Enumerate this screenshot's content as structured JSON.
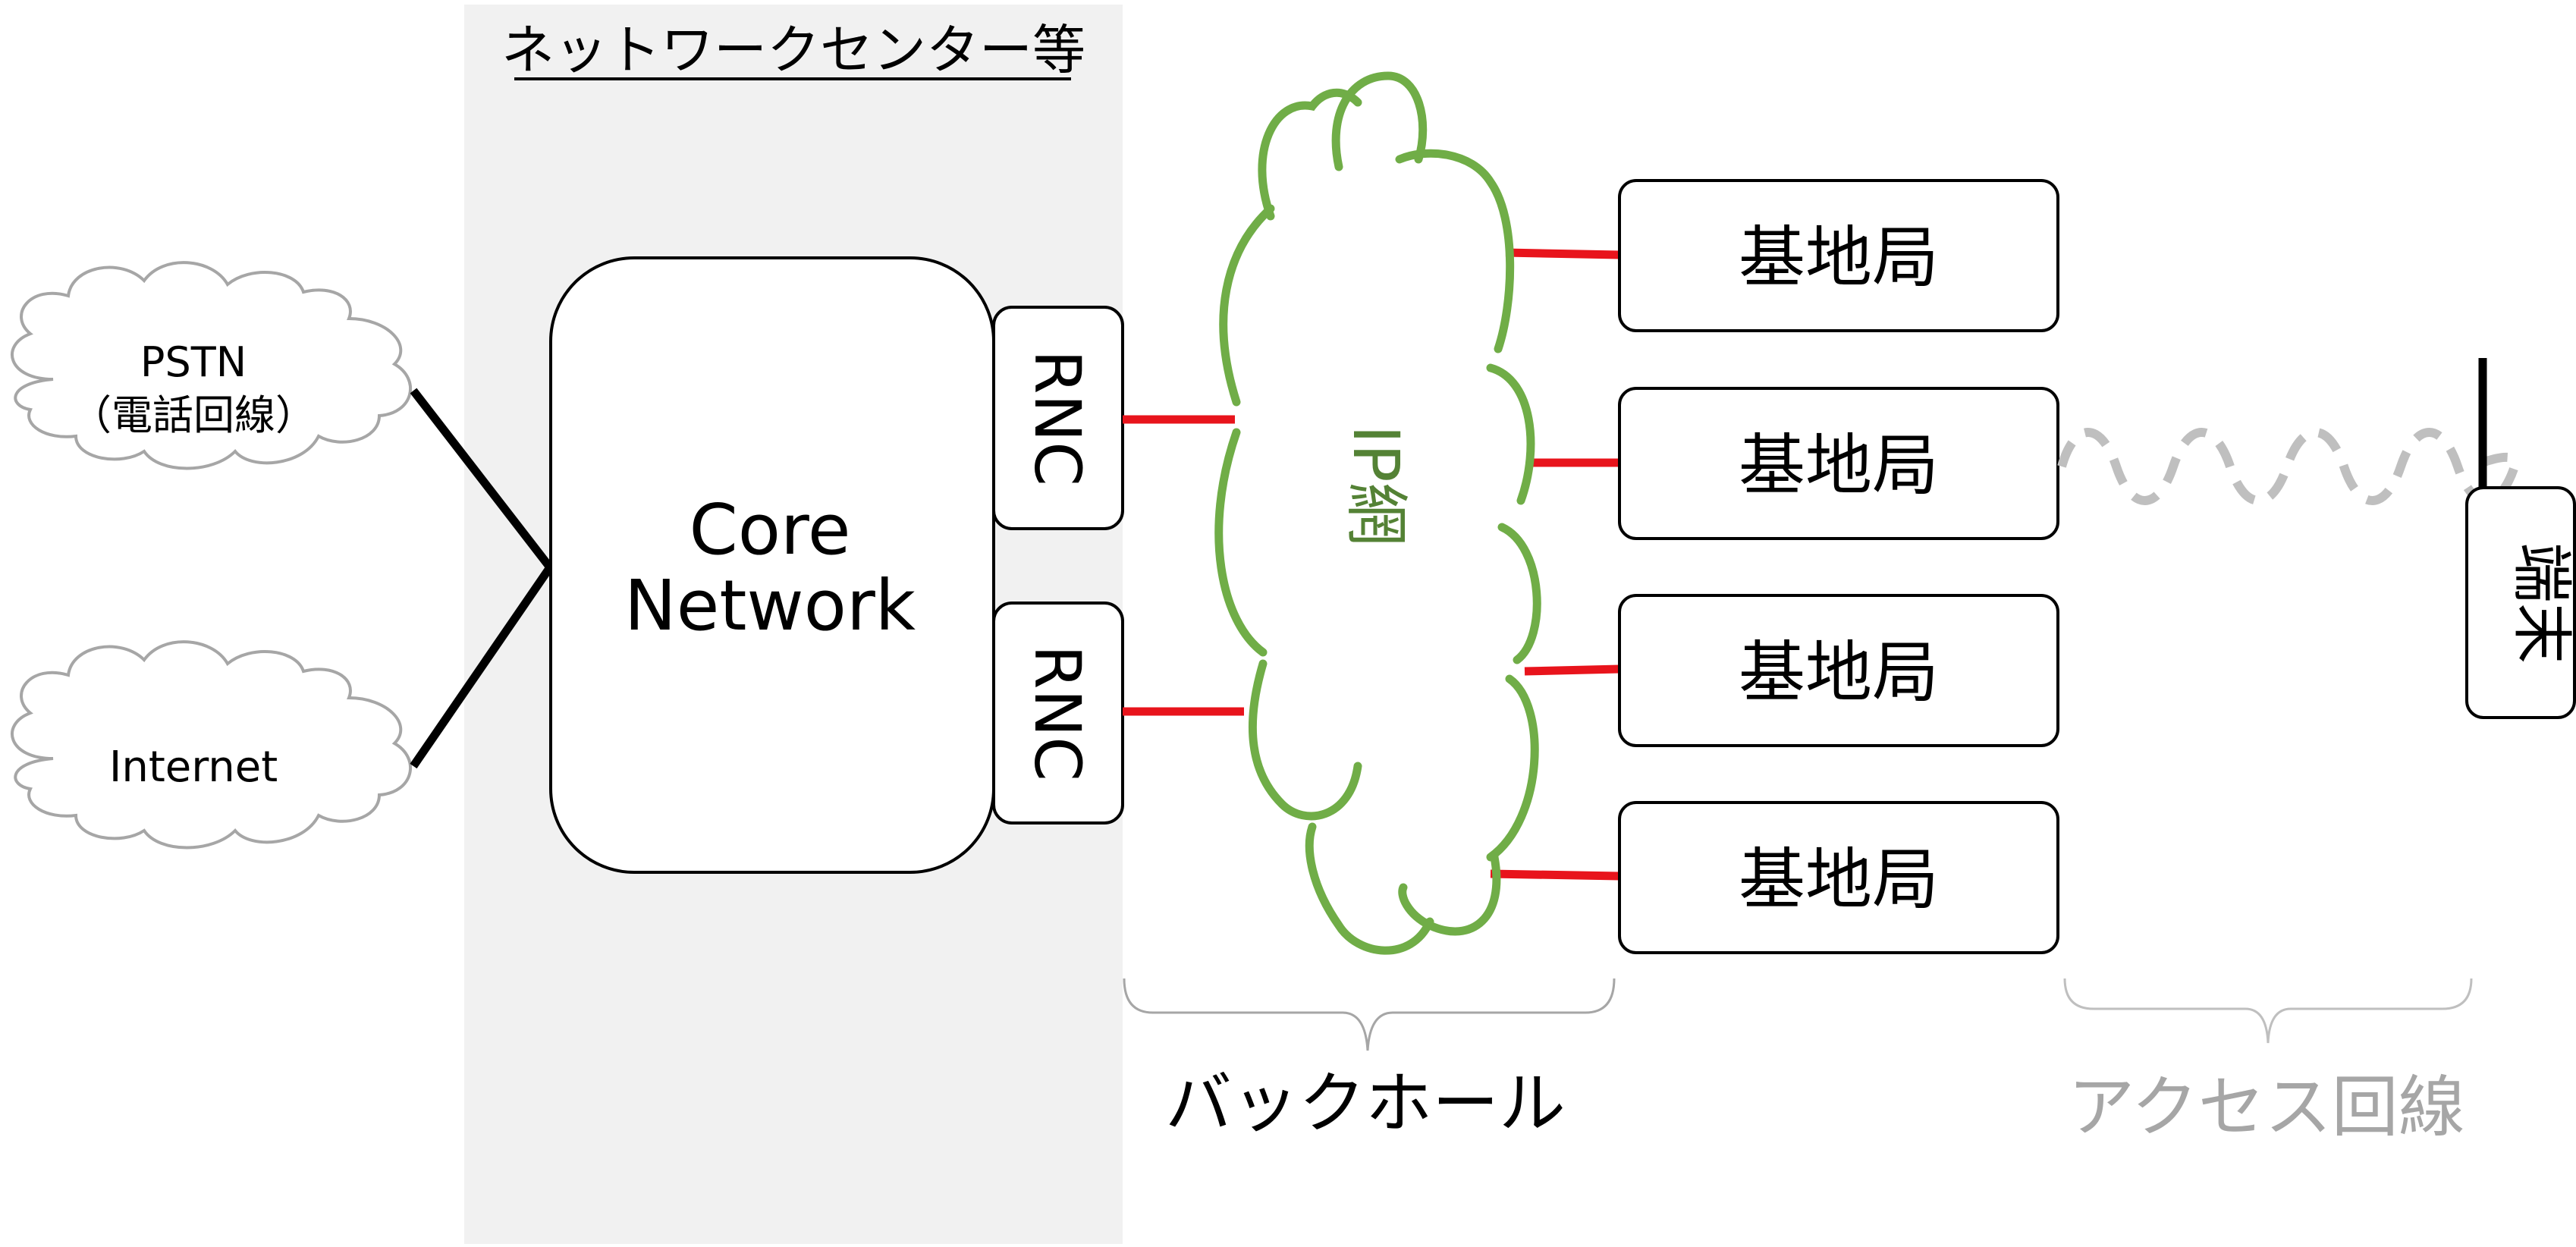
{
  "colors": {
    "network_center_bg": "#f1f1f1",
    "link_red": "#e8141c",
    "cloud_green": "#70ad47",
    "ip_text_green": "#548235",
    "cloud_gray": "#a6a6a6",
    "access_gray": "#bfbfbf",
    "label_gray": "#a6a6a6",
    "black": "#000000"
  },
  "network_center": {
    "title": "ネットワークセンター等"
  },
  "external": {
    "pstn_line1": "PSTN",
    "pstn_line2": "（電話回線）",
    "internet": "Internet"
  },
  "core": {
    "line1": "Core",
    "line2": "Network"
  },
  "rnc": [
    {
      "label": "RNC"
    },
    {
      "label": "RNC"
    }
  ],
  "ip_cloud": {
    "label": "IP網"
  },
  "base_stations": [
    {
      "label": "基地局"
    },
    {
      "label": "基地局"
    },
    {
      "label": "基地局"
    },
    {
      "label": "基地局"
    }
  ],
  "terminal": {
    "label": "端末"
  },
  "braces": {
    "backhaul": "バックホール",
    "access": "アクセス回線"
  }
}
